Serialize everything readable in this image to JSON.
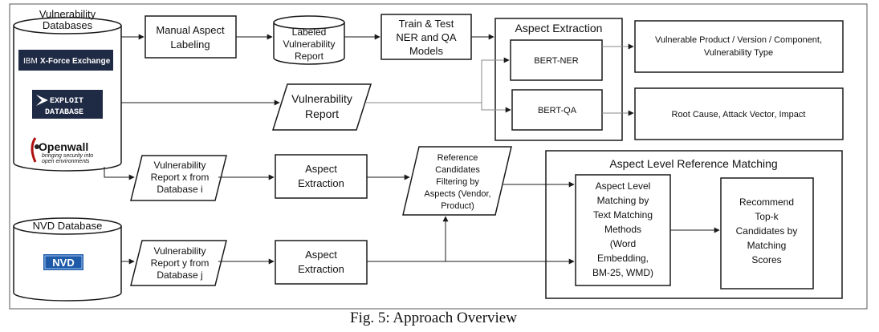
{
  "caption": "Fig. 5: Approach Overview",
  "colors": {
    "stroke": "#1a1a1a",
    "arrow_gray": "#888888",
    "fill": "#ffffff",
    "logo_dark": "#1f2a44"
  },
  "sources": {
    "vuln_db": "Vulnerability\nDatabases",
    "logos": {
      "xforce": {
        "prefix": "IBM",
        "name": "X-Force Exchange"
      },
      "exploit": {
        "line1": "EXPLOIT",
        "line2": "DATABASE"
      },
      "openwall": {
        "name": "Openwall",
        "tagline": "bringing security into\nopen environments"
      },
      "nvd": "NVD"
    },
    "nvd_db": "NVD Database"
  },
  "nodes": {
    "manual_labeling": "Manual Aspect\nLabeling",
    "labeled_report": "Labeled\nVulnerability\nReport",
    "train_test": "Train & Test\nNER and QA\nModels",
    "aspect_extraction_title": "Aspect Extraction",
    "bert_ner": "BERT-NER",
    "bert_qa": "BERT-QA",
    "ner_output": "Vulnerable Product / Version / Component,\nVulnerability Type",
    "qa_output": "Root Cause, Attack Vector, Impact",
    "vuln_report": "Vulnerability\nReport",
    "report_x": "Vulnerability\nReport x from\nDatabase i",
    "extraction_x": "Aspect\nExtraction",
    "reference_filter": "Reference\nCandidates\nFiltering by\nAspects (Vendor,\nProduct)",
    "matching_title": "Aspect Level Reference Matching",
    "matching_methods": "Aspect Level\nMatching by\nText Matching\nMethods\n(Word\nEmbedding,\nBM-25, WMD)",
    "recommend": "Recommend\nTop-k\nCandidates by\nMatching\nScores",
    "report_y": "Vulnerability\nReport y from\nDatabase j",
    "extraction_y": "Aspect\nExtraction"
  }
}
